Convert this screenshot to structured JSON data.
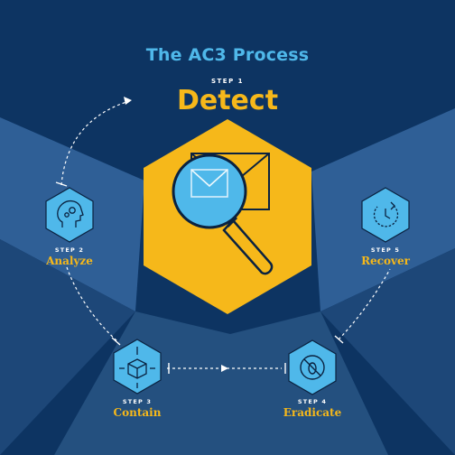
{
  "title": "The AC3 Process",
  "colors": {
    "background": "#0d3462",
    "panel_light": "#2f5f96",
    "panel_mid": "#1f4a7d",
    "accent_yellow": "#f6b81a",
    "accent_blue": "#4fb8ea",
    "dark_line": "#0a2240"
  },
  "main_step": {
    "kicker": "STEP 1",
    "label": "Detect",
    "icon": "envelope-magnifier-icon"
  },
  "steps": [
    {
      "kicker": "STEP 2",
      "label": "Analyze",
      "icon": "head-gears-icon"
    },
    {
      "kicker": "STEP 3",
      "label": "Contain",
      "icon": "cube-compress-icon"
    },
    {
      "kicker": "STEP 4",
      "label": "Eradicate",
      "icon": "bug-prohibited-icon"
    },
    {
      "kicker": "STEP 5",
      "label": "Recover",
      "icon": "clock-refresh-icon"
    }
  ]
}
